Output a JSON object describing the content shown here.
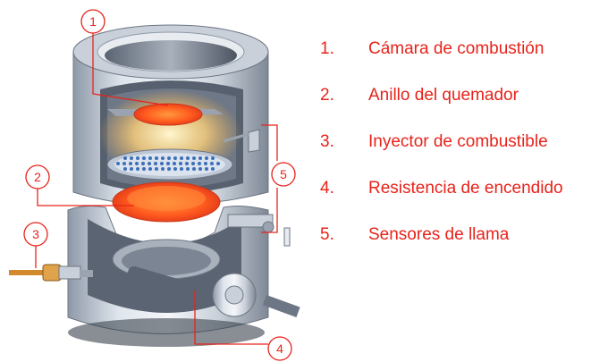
{
  "accent_color": "#e8231b",
  "callouts": [
    {
      "id": "1",
      "label": "Cámara de combustión"
    },
    {
      "id": "2",
      "label": "Anillo del quemador"
    },
    {
      "id": "3",
      "label": "Inyector de combustible"
    },
    {
      "id": "4",
      "label": "Resistencia de encendido"
    },
    {
      "id": "5",
      "label": "Sensores de llama"
    }
  ],
  "legend": {
    "items": [
      {
        "number": "1.",
        "label": "Cámara de combustión"
      },
      {
        "number": "2.",
        "label": "Anillo del quemador"
      },
      {
        "number": "3.",
        "label": "Inyector de combustible"
      },
      {
        "number": "4.",
        "label": "Resistencia de encendido"
      },
      {
        "number": "5.",
        "label": "Sensores de llama"
      }
    ]
  }
}
